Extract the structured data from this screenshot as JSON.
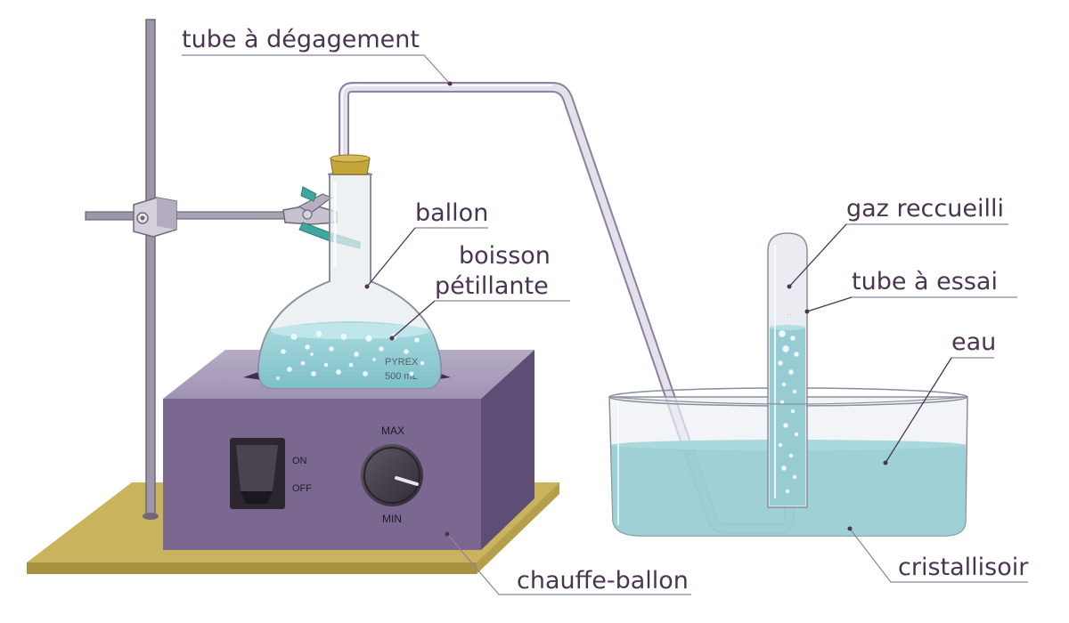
{
  "labels": {
    "delivery_tube": "tube à dégagement",
    "flask": "ballon",
    "drink_line1": "boisson",
    "drink_line2": "pétillante",
    "collected_gas": "gaz reccueilli",
    "test_tube": "tube à essai",
    "water": "eau",
    "heater": "chauffe-ballon",
    "crystallizer": "cristallisoir"
  },
  "device": {
    "switch_on": "ON",
    "switch_off": "OFF",
    "knob_max": "MAX",
    "knob_min": "MIN",
    "flask_brand": "PYREX",
    "flask_volume": "500 mL"
  },
  "colors": {
    "base": "#c9b35c",
    "heater": "#7a6890",
    "water": "#8fc9cf",
    "glass": "#dfe3ea",
    "label": "#4a3550"
  }
}
